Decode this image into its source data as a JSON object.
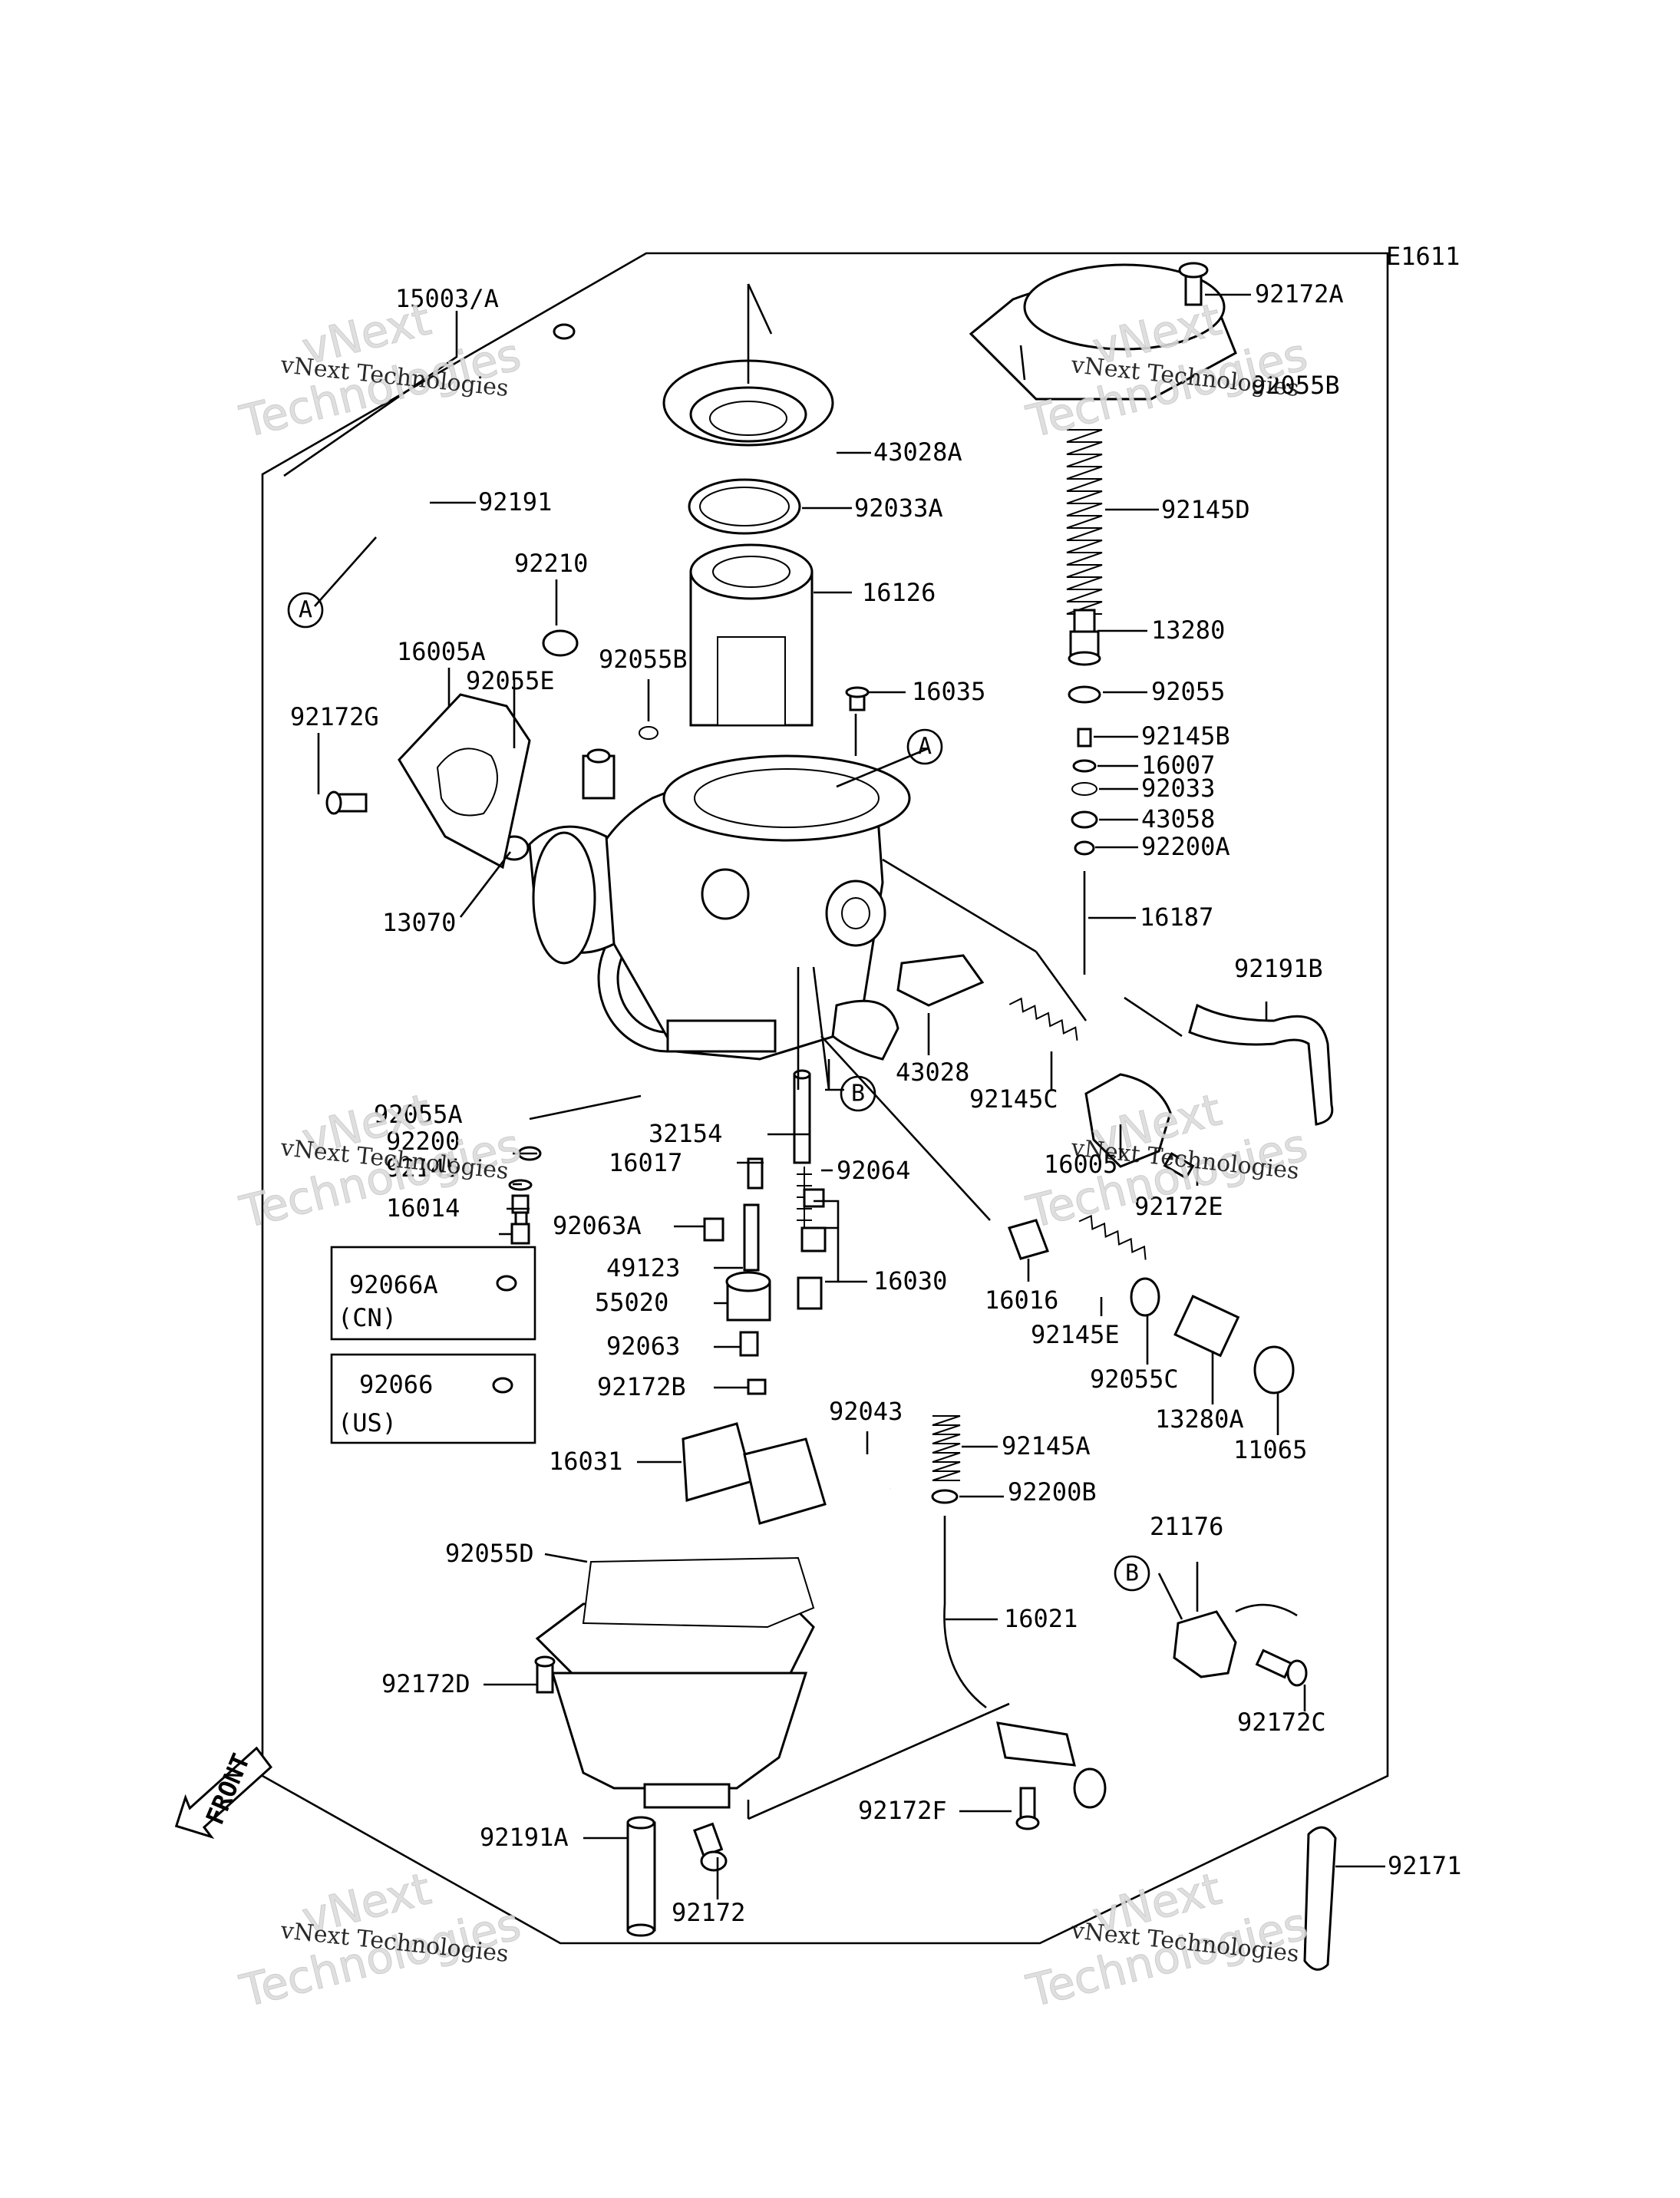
{
  "diagram_code": "E1611",
  "watermark": {
    "line1": "vNext",
    "line2": "Technologies",
    "caption": "vNext Technologies"
  },
  "callouts": {
    "a": "A",
    "b": "B"
  },
  "front_label": "FRONT",
  "parts": [
    {
      "id": "p-15003a",
      "label": "15003/A"
    },
    {
      "id": "p-92191",
      "label": "92191"
    },
    {
      "id": "p-43028a",
      "label": "43028A"
    },
    {
      "id": "p-92033a",
      "label": "92033A"
    },
    {
      "id": "p-16126",
      "label": "16126"
    },
    {
      "id": "p-92172a",
      "label": "92172A"
    },
    {
      "id": "p-92055b-top",
      "label": "92055B"
    },
    {
      "id": "p-92145d",
      "label": "92145D"
    },
    {
      "id": "p-13280",
      "label": "13280"
    },
    {
      "id": "p-92055",
      "label": "92055"
    },
    {
      "id": "p-92145b",
      "label": "92145B"
    },
    {
      "id": "p-16007",
      "label": "16007"
    },
    {
      "id": "p-92033",
      "label": "92033"
    },
    {
      "id": "p-43058",
      "label": "43058"
    },
    {
      "id": "p-92200a",
      "label": "92200A"
    },
    {
      "id": "p-16187",
      "label": "16187"
    },
    {
      "id": "p-92191b",
      "label": "92191B"
    },
    {
      "id": "p-92210",
      "label": "92210"
    },
    {
      "id": "p-16005a",
      "label": "16005A"
    },
    {
      "id": "p-92055e",
      "label": "92055E"
    },
    {
      "id": "p-92055b",
      "label": "92055B"
    },
    {
      "id": "p-16035",
      "label": "16035"
    },
    {
      "id": "p-92172g",
      "label": "92172G"
    },
    {
      "id": "p-13070",
      "label": "13070"
    },
    {
      "id": "p-43028",
      "label": "43028"
    },
    {
      "id": "p-92145c",
      "label": "92145C"
    },
    {
      "id": "p-16005",
      "label": "16005"
    },
    {
      "id": "p-92172e",
      "label": "92172E"
    },
    {
      "id": "p-92055a",
      "label": "92055A"
    },
    {
      "id": "p-92200",
      "label": "92200"
    },
    {
      "id": "p-92145",
      "label": "92145"
    },
    {
      "id": "p-16014",
      "label": "16014"
    },
    {
      "id": "p-32154",
      "label": "32154"
    },
    {
      "id": "p-16017",
      "label": "16017"
    },
    {
      "id": "p-92064",
      "label": "92064"
    },
    {
      "id": "p-92063a",
      "label": "92063A"
    },
    {
      "id": "p-49123",
      "label": "49123"
    },
    {
      "id": "p-55020",
      "label": "55020"
    },
    {
      "id": "p-16030",
      "label": "16030"
    },
    {
      "id": "p-92063",
      "label": "92063"
    },
    {
      "id": "p-92172b",
      "label": "92172B"
    },
    {
      "id": "p-16016",
      "label": "16016"
    },
    {
      "id": "p-92145e",
      "label": "92145E"
    },
    {
      "id": "p-92055c",
      "label": "92055C"
    },
    {
      "id": "p-13280a",
      "label": "13280A"
    },
    {
      "id": "p-11065",
      "label": "11065"
    },
    {
      "id": "p-92066a",
      "label": "92066A"
    },
    {
      "id": "p-cn",
      "label": "(CN)"
    },
    {
      "id": "p-92066",
      "label": "92066"
    },
    {
      "id": "p-us",
      "label": "(US)"
    },
    {
      "id": "p-92043",
      "label": "92043"
    },
    {
      "id": "p-16031",
      "label": "16031"
    },
    {
      "id": "p-92145a",
      "label": "92145A"
    },
    {
      "id": "p-92200b",
      "label": "92200B"
    },
    {
      "id": "p-92055d",
      "label": "92055D"
    },
    {
      "id": "p-21176",
      "label": "21176"
    },
    {
      "id": "p-16021",
      "label": "16021"
    },
    {
      "id": "p-92172d",
      "label": "92172D"
    },
    {
      "id": "p-92172c",
      "label": "92172C"
    },
    {
      "id": "p-92172f",
      "label": "92172F"
    },
    {
      "id": "p-92191a",
      "label": "92191A"
    },
    {
      "id": "p-92172",
      "label": "92172"
    },
    {
      "id": "p-92171",
      "label": "92171"
    }
  ]
}
